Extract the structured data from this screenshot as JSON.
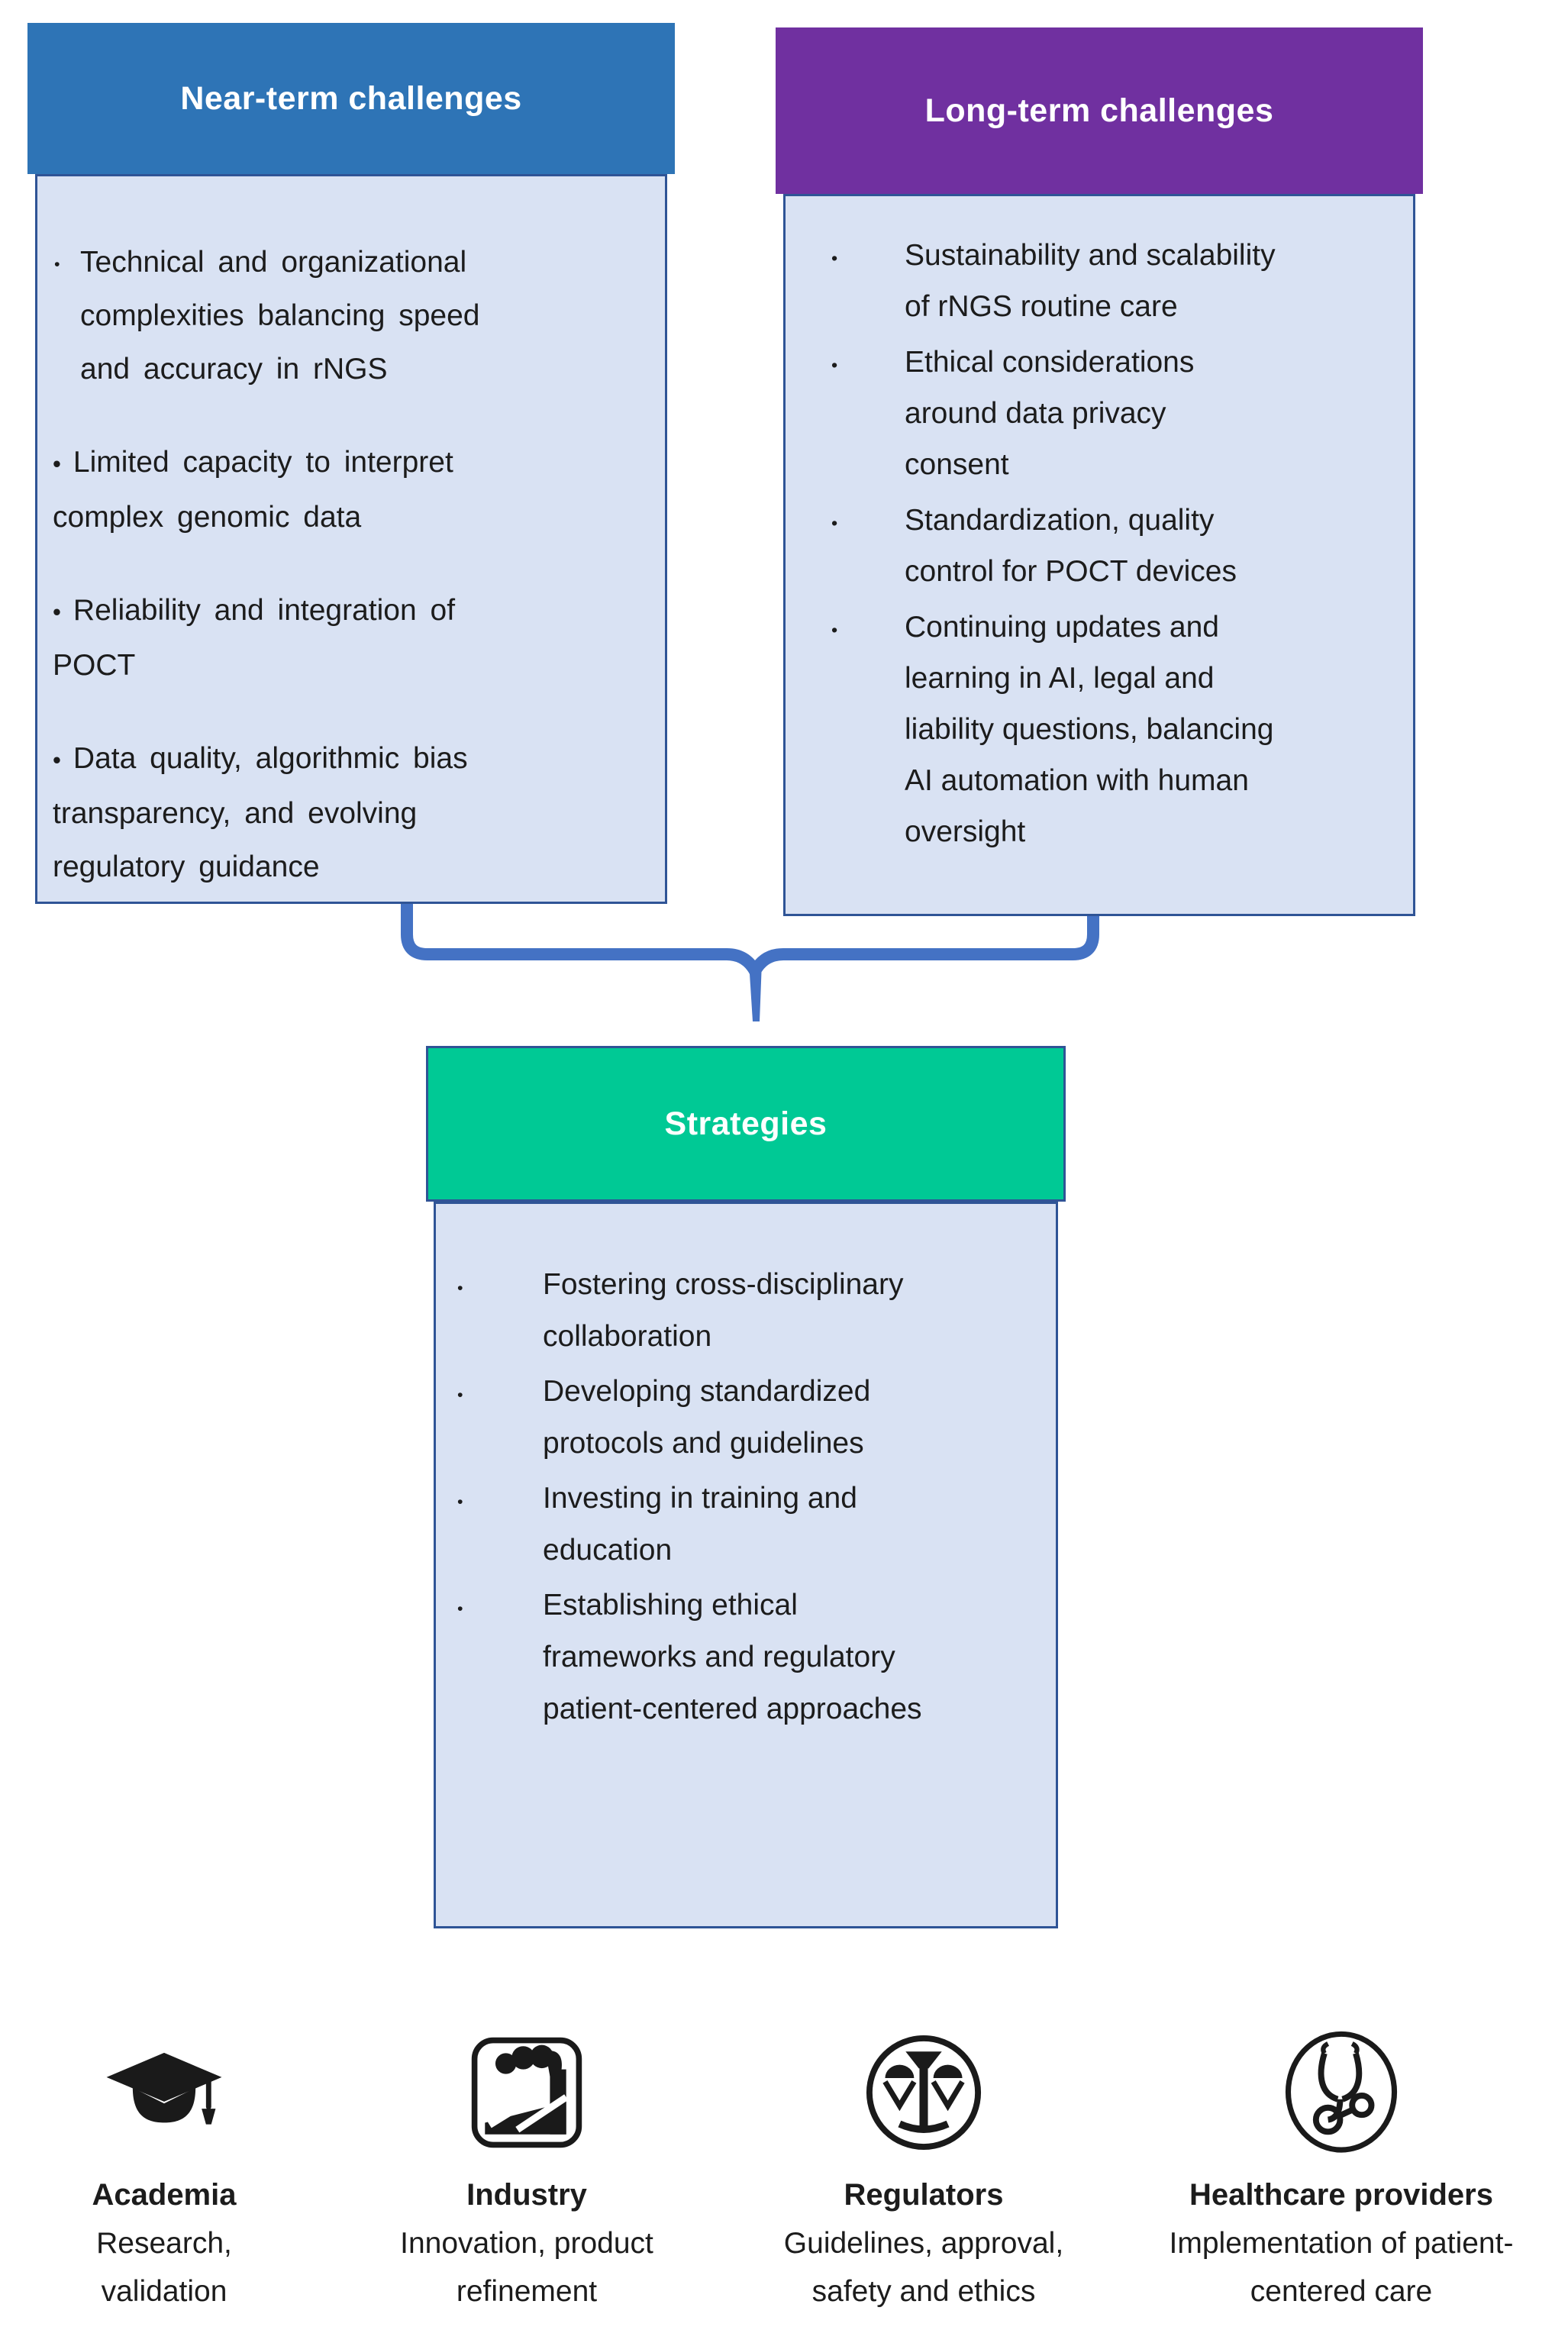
{
  "boxes": {
    "near_term": {
      "title": "Near-term challenges",
      "header_color": "#2E74B6",
      "bullets": [
        "Technical and organizational\ncomplexities balancing speed\nand accuracy in rNGS",
        "Limited capacity to interpret\ncomplex genomic data",
        "Reliability and integration of\nPOCT",
        "Data quality, algorithmic bias\ntransparency, and evolving\nregulatory guidance"
      ]
    },
    "long_term": {
      "title": "Long-term challenges",
      "header_color": "#7030A0",
      "bullets": [
        "Sustainability and scalability\nof rNGS routine care",
        "Ethical considerations\naround data privacy\nconsent",
        "Standardization, quality\ncontrol for POCT devices",
        "Continuing updates and\nlearning in AI, legal and\nliability questions, balancing\nAI automation with human\noversight"
      ]
    },
    "strategies": {
      "title": "Strategies",
      "header_color": "#00C995",
      "bullets": [
        "Fostering cross-disciplinary\ncollaboration",
        "Developing standardized\nprotocols and guidelines",
        "Investing in training and\neducation",
        "Establishing ethical\nframeworks and regulatory\npatient-centered approaches"
      ]
    }
  },
  "stakeholders": [
    {
      "name": "Academia",
      "description": "Research,\nvalidation",
      "icon": "graduation-cap-icon"
    },
    {
      "name": "Industry",
      "description": "Innovation, product\nrefinement",
      "icon": "factory-icon"
    },
    {
      "name": "Regulators",
      "description": "Guidelines, approval,\nsafety and ethics",
      "icon": "scales-icon"
    },
    {
      "name": "Healthcare providers",
      "description": "Implementation of patient-\ncentered care",
      "icon": "stethoscope-icon"
    }
  ],
  "colors": {
    "near_term_header": "#2E74B6",
    "long_term_header": "#7030A0",
    "strategies_header": "#00C995",
    "panel_fill": "#D9E2F3",
    "panel_border": "#2F5496",
    "connector_blue": "#4472C4",
    "header_text": "#FFFFFF",
    "body_text": "#1C1C1C"
  }
}
